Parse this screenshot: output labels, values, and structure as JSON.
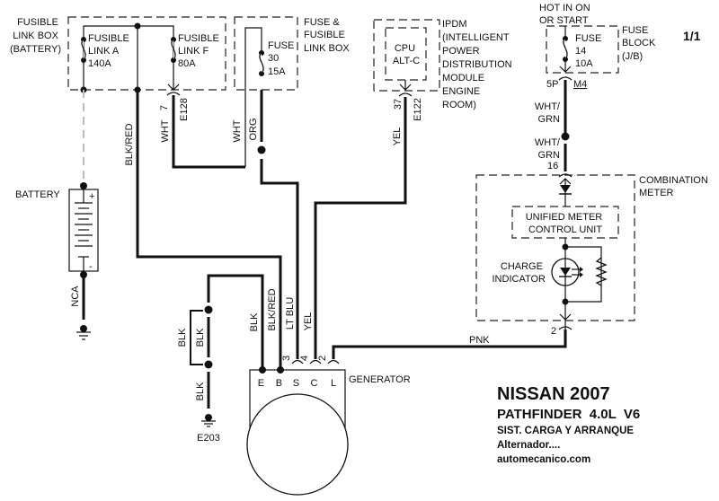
{
  "page": {
    "number": "1/1"
  },
  "components": {
    "fusible_link_box": {
      "title_lines": [
        "FUSIBLE",
        "LINK BOX",
        "(BATTERY)"
      ]
    },
    "fusible_link_a": {
      "lines": [
        "FUSIBLE",
        "LINK A",
        "140A"
      ]
    },
    "fusible_link_f": {
      "lines": [
        "FUSIBLE",
        "LINK F",
        "80A"
      ]
    },
    "fuse_fusible_link_box": {
      "title_lines": [
        "FUSE &",
        "FUSIBLE",
        "LINK BOX"
      ]
    },
    "fuse_30": {
      "lines": [
        "FUSE",
        "30",
        "15A"
      ]
    },
    "ipdm": {
      "title_lines": [
        "IPDM",
        "(INTELLIGENT",
        "POWER",
        "DISTRIBUTION",
        "MODULE",
        "ENGINE",
        "ROOM)"
      ],
      "cpu_lines": [
        "CPU",
        "ALT-C"
      ]
    },
    "hot_in": {
      "lines": [
        "HOT IN ON",
        "OR START"
      ]
    },
    "fuse_block": {
      "title_lines": [
        "FUSE",
        "BLOCK",
        "(J/B)"
      ]
    },
    "fuse_14": {
      "lines": [
        "FUSE",
        "14",
        "10A"
      ]
    },
    "combination_meter": {
      "title_lines": [
        "COMBINATION",
        "METER"
      ]
    },
    "unified_meter": {
      "lines": [
        "UNIFIED METER",
        "CONTROL UNIT"
      ]
    },
    "charge_indicator": {
      "lines": [
        "CHARGE",
        "INDICATOR"
      ]
    },
    "battery": {
      "label": "BATTERY",
      "plus": "+",
      "minus": "-"
    },
    "generator": {
      "label": "GENERATOR",
      "terminals": [
        "E",
        "B",
        "S",
        "C",
        "L"
      ]
    },
    "ground": {
      "label": "E203"
    }
  },
  "connectors": {
    "e128": {
      "id": "E128",
      "pin": "7"
    },
    "e122": {
      "id": "E122",
      "pin": "37"
    },
    "m4": {
      "id": "M4",
      "pin": "5P"
    },
    "meter_in": {
      "pin": "16"
    },
    "meter_out": {
      "pin": "2"
    },
    "gen_s": {
      "pin": "3"
    },
    "gen_c": {
      "pin": "4"
    },
    "gen_l": {
      "pin": "2"
    }
  },
  "wires": {
    "blk_red_main": "BLK/RED",
    "wht_e128": "WHT",
    "wht_fuse": "WHT",
    "org": "ORG",
    "yel_ipdm": "YEL",
    "wht_grn_1": "WHT/\nGRN",
    "wht_grn_2": "WHT/\nGRN",
    "nca": "NCA",
    "blk_outer": "BLK",
    "blk_inner": "BLK",
    "blk_ground": "BLK",
    "gen_blk": "BLK",
    "gen_blk_red": "BLK/RED",
    "gen_lt_blu": "LT BLU",
    "gen_yel": "YEL",
    "pnk": "PNK"
  },
  "title_block": {
    "make_year": "NISSAN 2007",
    "model": "PATHFINDER  4.0L  V6",
    "system": "SIST. CARGA Y ARRANQUE",
    "subtitle": "Alternador....",
    "site": "automecanico.com"
  }
}
